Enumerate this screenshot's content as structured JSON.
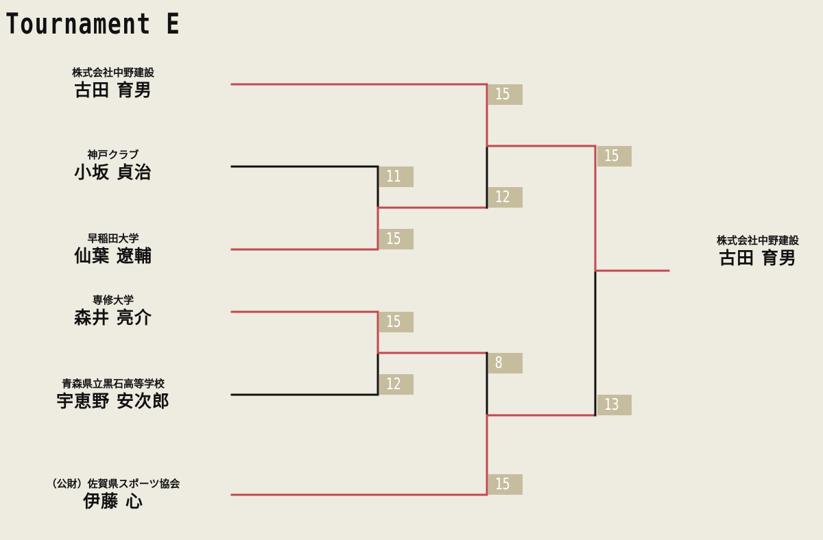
{
  "title": "Tournament E",
  "colors": {
    "background": "#eeebe1",
    "win_line": "#c0494f",
    "lose_line": "#111111",
    "score_box": "#c5bd9e",
    "score_text": "#ffffff"
  },
  "players": [
    {
      "team": "株式会社中野建設",
      "name": "古田 育男"
    },
    {
      "team": "神戸クラブ",
      "name": "小坂 貞治"
    },
    {
      "team": "早稲田大学",
      "name": "仙葉 遼輔"
    },
    {
      "team": "専修大学",
      "name": "森井 亮介"
    },
    {
      "team": "青森県立黒石高等学校",
      "name": "宇恵野 安次郎"
    },
    {
      "team": "（公財）佐賀県スポーツ協会",
      "name": "伊藤 心"
    }
  ],
  "scores": {
    "r1_top_a": "11",
    "r1_top_b": "15",
    "r1_bot_a": "15",
    "r1_bot_b": "12",
    "r2_top_a": "15",
    "r2_top_b": "12",
    "r2_bot_a": "8",
    "r2_bot_b": "15",
    "final_a": "15",
    "final_b": "13"
  },
  "champion": {
    "team": "株式会社中野建設",
    "name": "古田 育男"
  }
}
